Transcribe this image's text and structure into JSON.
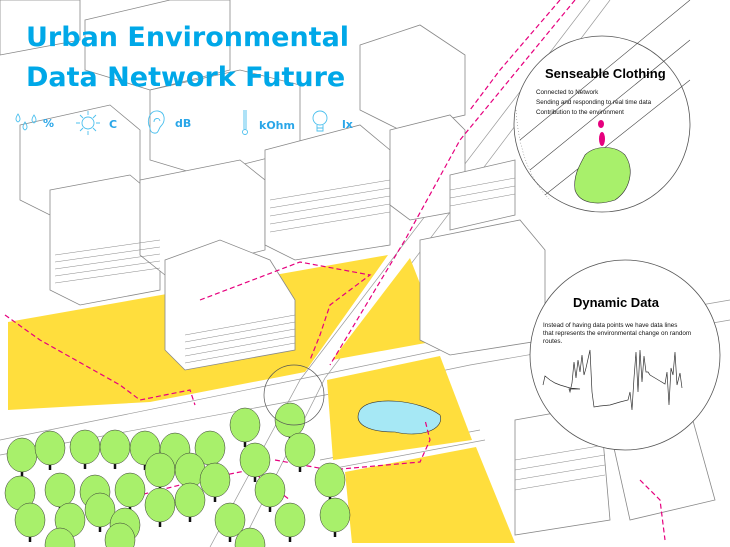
{
  "title": {
    "line1": "Urban Environmental",
    "line2": "Data Network Future"
  },
  "sensors": [
    {
      "icon": "humidity-drops-icon",
      "unit": "%"
    },
    {
      "icon": "sun-temperature-icon",
      "unit": "C"
    },
    {
      "icon": "ear-sound-icon",
      "unit": "dB"
    },
    {
      "icon": "thermometer-resistance-icon",
      "unit": "kOhm"
    },
    {
      "icon": "lightbulb-icon",
      "unit": "lx"
    }
  ],
  "senseable": {
    "heading": "Senseable Clothing",
    "lines": [
      "Connected to Network",
      "Sending and responding to real time data",
      "Contribution to the environment"
    ]
  },
  "dynamic": {
    "heading": "Dynamic Data",
    "lines": [
      "Instead of having data points we have data lines",
      "that represents the environmental change on random",
      "routes."
    ]
  },
  "colors": {
    "accent": "#00a8e8",
    "park": "#ffde3d",
    "tree": "#a8f06b",
    "route": "#e6007e",
    "water": "#a6e8f5"
  }
}
